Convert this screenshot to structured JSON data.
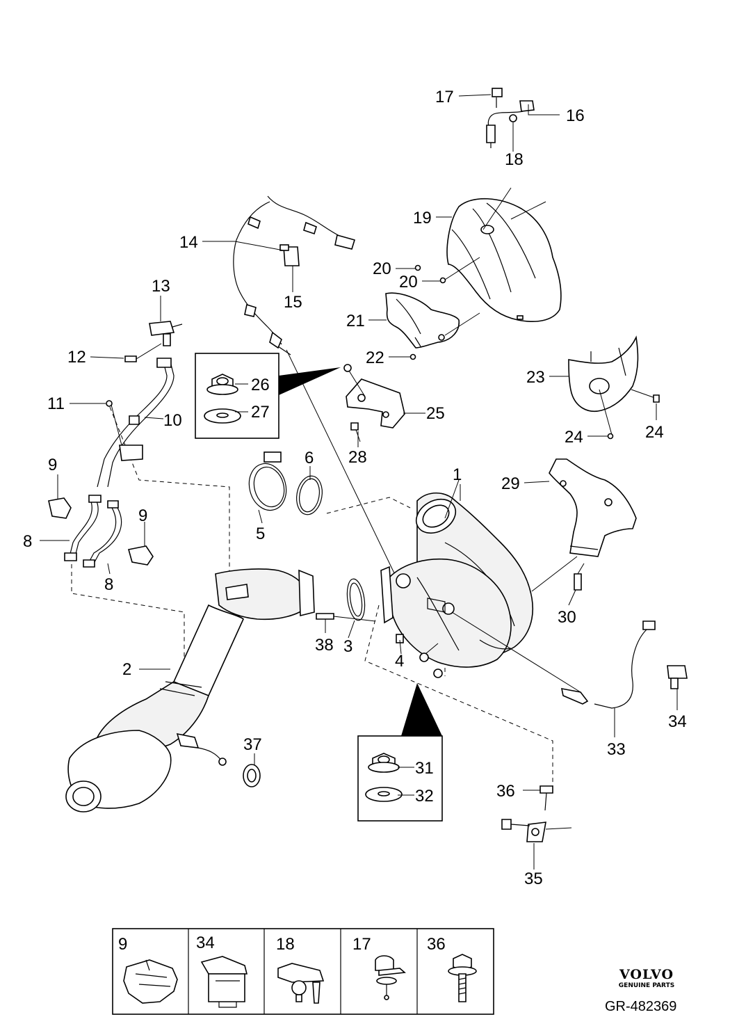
{
  "diagram": {
    "reference": "GR-482369",
    "brand": {
      "name": "VOLVO",
      "subtitle": "GENUINE PARTS"
    },
    "callouts": [
      "1",
      "2",
      "3",
      "4",
      "5",
      "6",
      "8",
      "8",
      "9",
      "9",
      "10",
      "11",
      "12",
      "13",
      "14",
      "15",
      "16",
      "17",
      "18",
      "19",
      "20",
      "20",
      "21",
      "22",
      "23",
      "24",
      "24",
      "25",
      "26",
      "27",
      "28",
      "29",
      "30",
      "31",
      "32",
      "33",
      "34",
      "35",
      "36",
      "37",
      "38"
    ],
    "legend": [
      "9",
      "34",
      "18",
      "17",
      "36"
    ]
  }
}
